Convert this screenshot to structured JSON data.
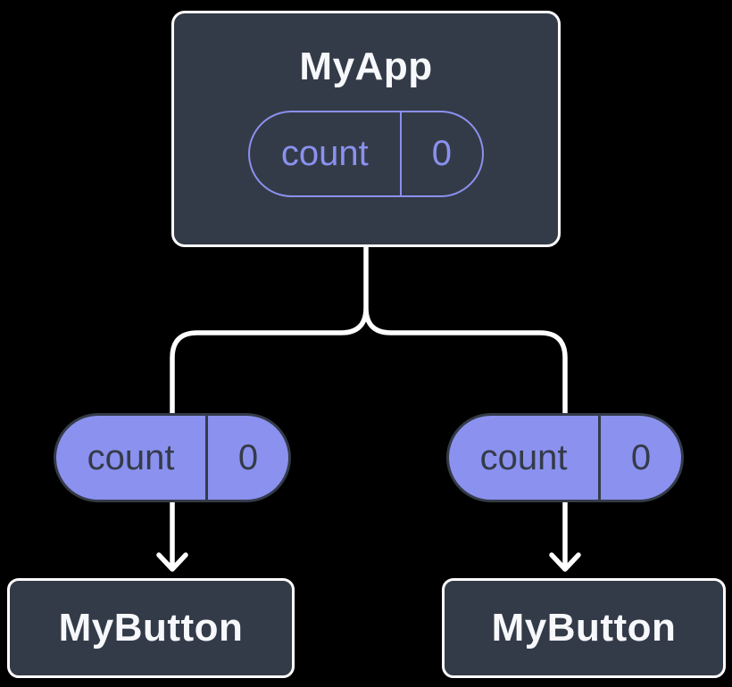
{
  "diagram": {
    "root": {
      "title": "MyApp",
      "state_pill": {
        "label": "count",
        "value": "0"
      }
    },
    "prop_pills": [
      {
        "label": "count",
        "value": "0"
      },
      {
        "label": "count",
        "value": "0"
      }
    ],
    "children": [
      {
        "title": "MyButton"
      },
      {
        "title": "MyButton"
      }
    ]
  },
  "colors": {
    "background": "#000000",
    "card_bg": "#343b48",
    "card_border": "#ffffff",
    "accent": "#8a91ef",
    "pill_dark": "#343b48",
    "title_text": "#f7f8fb",
    "connector": "#ffffff"
  }
}
